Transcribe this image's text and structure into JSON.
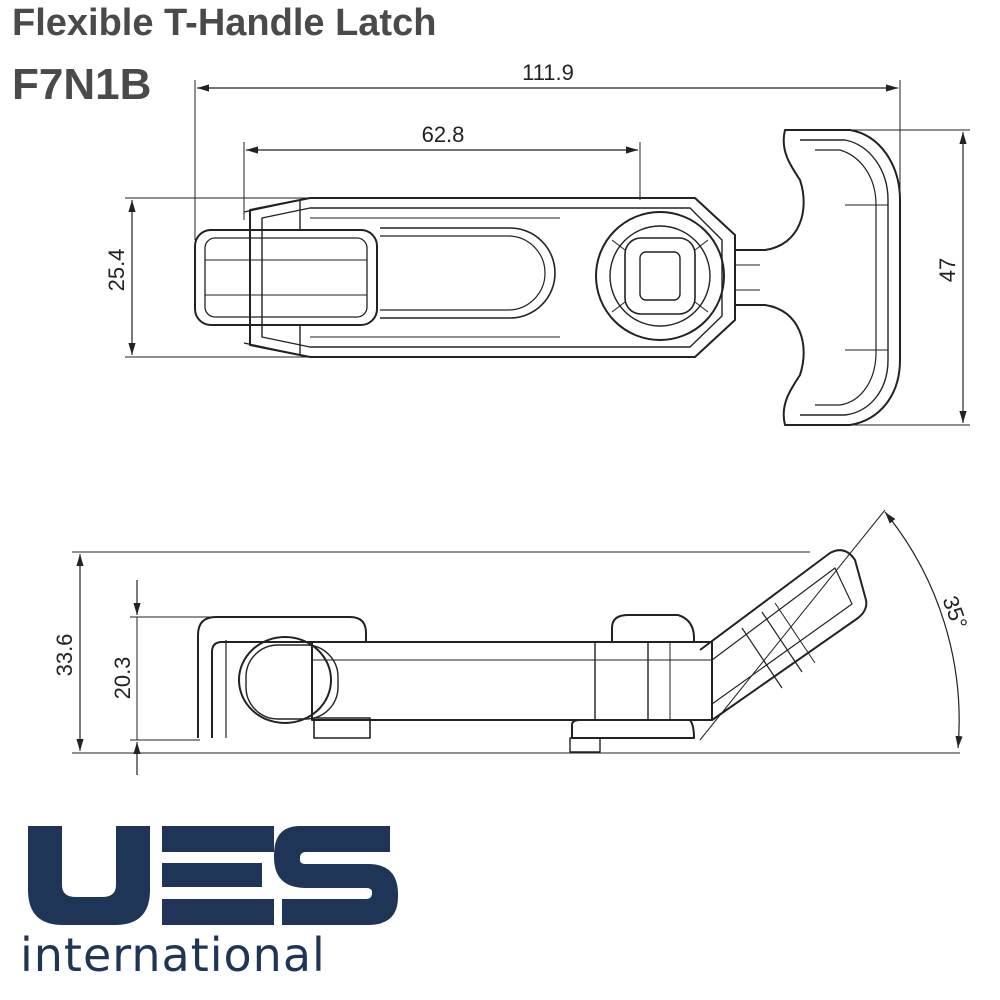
{
  "header": {
    "title": "Flexible T-Handle Latch",
    "part_number": "F7N1B"
  },
  "top_view": {
    "overall_length": "111.9",
    "strike_length": "62.8",
    "body_height": "25.4",
    "handle_height": "47"
  },
  "side_view": {
    "overall_height": "33.6",
    "body_height": "20.3",
    "handle_angle": "35°"
  },
  "logo": {
    "brand": "UES",
    "subtitle": "international",
    "color": "#1f3558"
  },
  "colors": {
    "line": "#222222",
    "text": "#4a4a4a"
  }
}
